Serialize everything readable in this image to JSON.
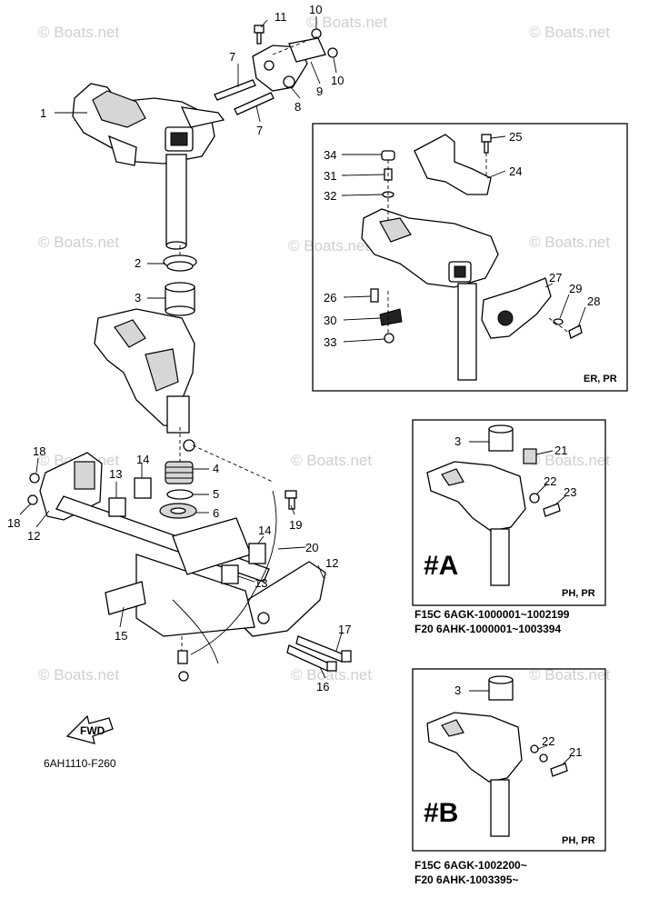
{
  "diagram": {
    "code": "6AH1110-F260",
    "fwd_label": "FWD",
    "watermark": "© Boats.net",
    "insets": {
      "er_pr": {
        "tag": "ER, PR"
      },
      "a": {
        "title": "#A",
        "tag": "PH, PR",
        "serial_1": "F15C  6AGK-1000001~1002199",
        "serial_2": "F20    6AHK-1000001~1003394"
      },
      "b": {
        "title": "#B",
        "tag": "PH, PR",
        "serial_1": "F15C  6AGK-1002200~",
        "serial_2": "F20    6AHK-1003395~"
      }
    }
  },
  "callouts": {
    "c1": "1",
    "c2": "2",
    "c3": "3",
    "c4": "4",
    "c5": "5",
    "c6": "6",
    "c7a": "7",
    "c7b": "7",
    "c8": "8",
    "c9": "9",
    "c10a": "10",
    "c10b": "10",
    "c11": "11",
    "c12a": "12",
    "c12b": "12",
    "c13a": "13",
    "c13b": "13",
    "c14a": "14",
    "c14b": "14",
    "c15": "15",
    "c16": "16",
    "c17": "17",
    "c18a": "18",
    "c18b": "18",
    "c19": "19",
    "c20": "20",
    "c21": "21",
    "c22": "22",
    "c23": "23",
    "c24": "24",
    "c25": "25",
    "c26": "26",
    "c27": "27",
    "c28": "28",
    "c29": "29",
    "c30": "30",
    "c31": "31",
    "c32": "32",
    "c33": "33",
    "c34": "34",
    "a3": "3",
    "a21": "21",
    "a22": "22",
    "a23": "23",
    "b3": "3",
    "b21": "21",
    "b22": "22"
  }
}
